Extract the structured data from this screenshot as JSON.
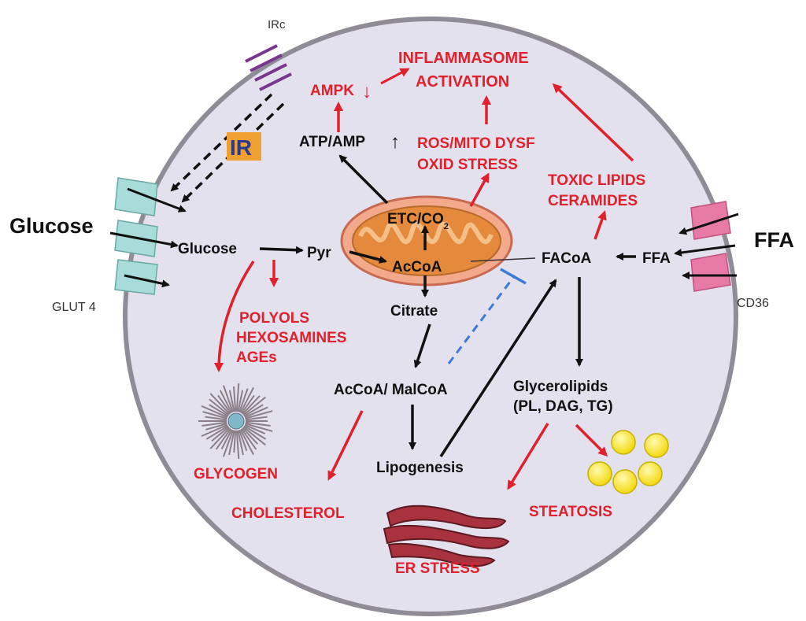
{
  "labels": {
    "irc": "IRc",
    "ir": "IR",
    "glucose_outside": "Glucose",
    "glut4": "GLUT 4",
    "ffa_outside": "FFA",
    "cd36": "CD36",
    "glucose": "Glucose",
    "pyr": "Pyr",
    "accoa": "AcCoA",
    "etc": "ETC/CO",
    "etc_sub": "2",
    "citrate": "Citrate",
    "accoa_malcoa": "AcCoA/ MalCoA",
    "lipogenesis": "Lipogenesis",
    "facoa": "FACoA",
    "ffa_inside": "FFA",
    "glycerolipids": "Glycerolipids",
    "glycerolipids_detail": "(PL, DAG, TG)",
    "atp_amp": "ATP/AMP",
    "atp_arrow": "↑",
    "ampk": "AMPK",
    "ampk_arrow": "↓",
    "inflammasome_1": "INFLAMMASOME",
    "inflammasome_2": "ACTIVATION",
    "ros_1": "ROS/MITO DYSF",
    "ros_2": "OXID STRESS",
    "toxic_1": "TOXIC LIPIDS",
    "toxic_2": "CERAMIDES",
    "polyols": "POLYOLS",
    "hexosamines": "HEXOSAMINES",
    "ages": "AGEs",
    "glycogen": "GLYCOGEN",
    "cholesterol": "CHOLESTEROL",
    "er_stress": "ER STRESS",
    "steatosis": "STEATOSIS"
  },
  "colors": {
    "cell_fill": "#e4e1ee",
    "cell_border": "#8f8c98",
    "red_text": "#e0202a",
    "black_text": "#111111",
    "ir_box": "#f0a030",
    "ir_text": "#2a3a8c",
    "glut_channel": "#a8dcd9",
    "cd36_channel": "#e87aa6",
    "receptor": "#7a3590",
    "mito_outer": "#f2a98c",
    "mito_inner": "#e58a3c",
    "inhibit_line": "#3a7bd5",
    "lipid_droplet": "#f6e21e",
    "er": "#a8323e"
  }
}
